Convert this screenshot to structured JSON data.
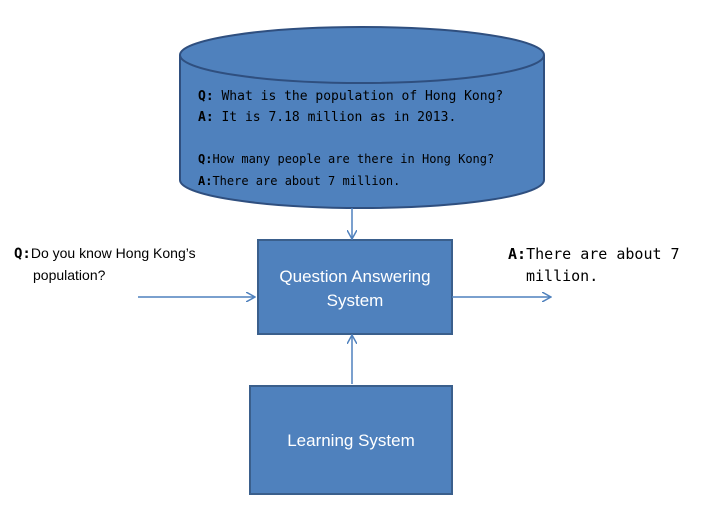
{
  "database": {
    "qa_pairs": [
      {
        "q_label": "Q:",
        "q_text": " What is the population of Hong Kong?",
        "a_label": "A:",
        "a_text": " It is 7.18 million as in 2013."
      },
      {
        "q_label": "Q:",
        "q_text": "How many people are there in Hong Kong?",
        "a_label": "A:",
        "a_text": "There are about 7 million."
      }
    ]
  },
  "input_question": {
    "label": "Q:",
    "line1": "Do you know Hong Kong’s",
    "line2": "population?"
  },
  "qa_system": {
    "line1": "Question Answering",
    "line2": "System"
  },
  "output_answer": {
    "label": "A:",
    "line1": "There are about 7",
    "line2": "million."
  },
  "learning_system": {
    "label": "Learning System"
  },
  "colors": {
    "box_fill": "#4f81bd",
    "box_stroke": "#3a5f8c",
    "arrow": "#4f81bd"
  }
}
